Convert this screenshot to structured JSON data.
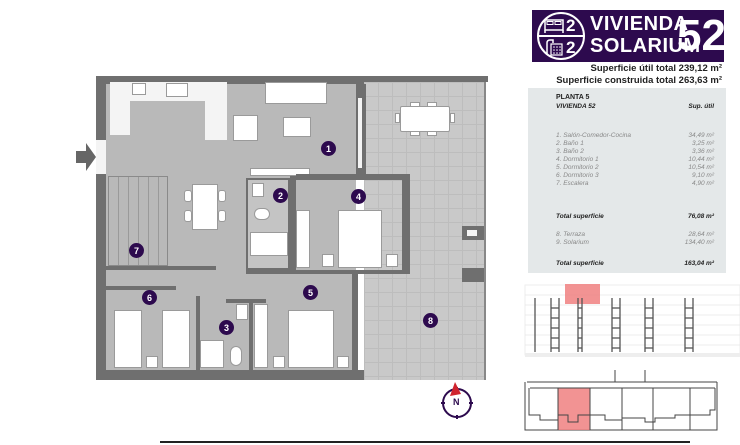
{
  "header": {
    "bedrooms_count": "2",
    "bathrooms_count": "2",
    "title_line1": "VIVIENDA",
    "title_line2": "SOLARIUM",
    "unit_number": "52",
    "icon_bed": "bed-icon",
    "icon_bath": "shower-icon",
    "brand_color": "#2d0a4e"
  },
  "summary": {
    "useful_area": "Superficie útil total 239,12 m²",
    "built_area": "Superficie construida total 263,63 m²"
  },
  "table": {
    "floor": "PLANTA 5",
    "unit": "VIVIENDA 52",
    "col_header": "Sup. útil",
    "rooms": [
      {
        "name": "1. Salón-Comedor-Cocina",
        "area": "34,49 m²"
      },
      {
        "name": "2. Baño 1",
        "area": "3,25 m²"
      },
      {
        "name": "3. Baño 2",
        "area": "3,36 m²"
      },
      {
        "name": "4. Dormitorio 1",
        "area": "10,44 m²"
      },
      {
        "name": "5. Dormitorio 2",
        "area": "10,54 m²"
      },
      {
        "name": "6. Dormitorio 3",
        "area": "9,10 m²"
      },
      {
        "name": "7. Escalera",
        "area": "4,90 m²"
      }
    ],
    "total1_label": "Total superficie",
    "total1_value": "76,08 m²",
    "outdoor": [
      {
        "name": "8. Terraza",
        "area": "28,64 m²"
      },
      {
        "name": "9. Solarium",
        "area": "134,40 m²"
      }
    ],
    "total2_label": "Total superficie",
    "total2_value": "163,04 m²"
  },
  "plan": {
    "labels": [
      "1",
      "2",
      "3",
      "4",
      "5",
      "6",
      "7",
      "8"
    ],
    "entrance_icon": "arrow-right-icon",
    "compass_label": "N",
    "compass_icon": "compass-icon",
    "highlight_color": "#f08080"
  }
}
